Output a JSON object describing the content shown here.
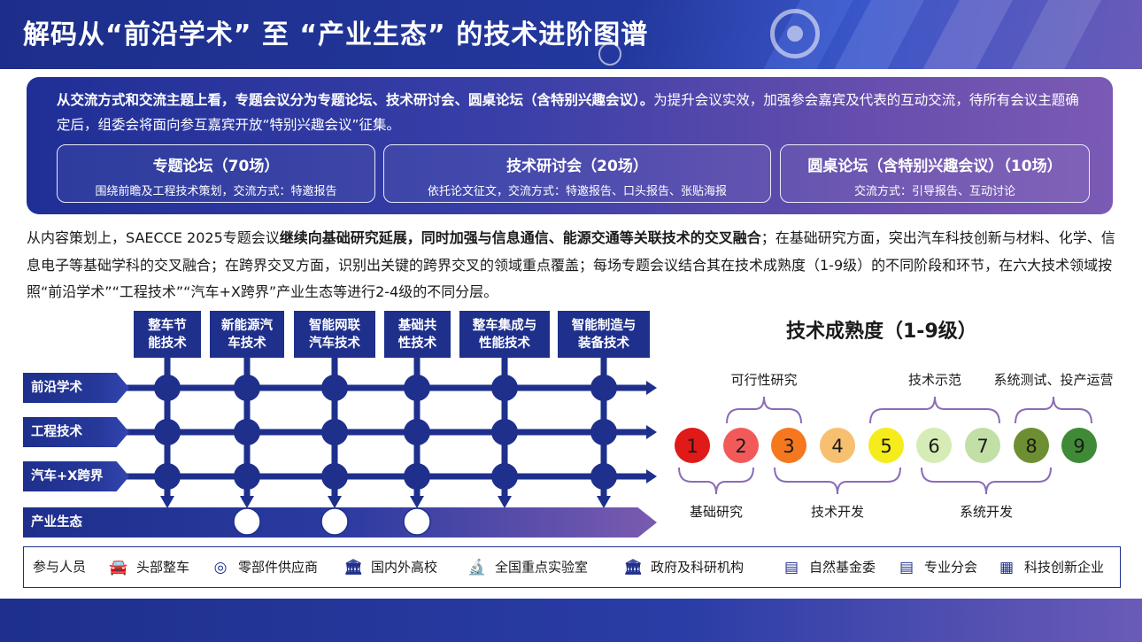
{
  "header": {
    "title": "解码从“前沿学术” 至 “产业生态” 的技术进阶图谱"
  },
  "intro": {
    "bold_lead": "从交流方式和交流主题上看，专题会议分为专题论坛、技术研讨会、圆桌论坛（含特别兴趣会议）。",
    "text_rest": "为提升会议实效，加强参会嘉宾及代表的互动交流，待所有会议主题确定后，组委会将面向参互嘉宾开放“特别兴趣会议”征集。",
    "formats": [
      {
        "title": "专题论坛（70场）",
        "desc": "围绕前瞻及工程技术策划，交流方式：特邀报告"
      },
      {
        "title": "技术研讨会（20场）",
        "desc": "依托论文征文，交流方式：特邀报告、口头报告、张贴海报"
      },
      {
        "title": "圆桌论坛（含特别兴趣会议）（10场）",
        "desc": "交流方式：引导报告、互动讨论"
      }
    ]
  },
  "para": {
    "p1": "从内容策划上，SAECCE 2025专题会议",
    "b1": "继续向基础研究延展，同时加强与信息通信、能源交通等关联技术的交叉融合",
    "p2": "；在基础研究方面，突出汽车科技创新与材料、化学、信息电子等基础学科的交叉融合；在跨界交叉方面，识别出关键的跨界交叉的领域重点覆盖；每场专题会议结合其在技术成熟度（1-9级）的不同阶段和环节，在六大技术领域按照“前沿学术”“工程技术”“汽车+X跨界”产业生态等进行2-4级的不同分层。"
  },
  "matrix": {
    "columns": [
      {
        "label": "整车节\n能技术",
        "white_dot": false
      },
      {
        "label": "新能源汽\n车技术",
        "white_dot": true
      },
      {
        "label": "智能网联\n汽车技术",
        "white_dot": true
      },
      {
        "label": "基础共\n性技术",
        "white_dot": true
      },
      {
        "label": "整车集成与\n性能技术",
        "white_dot": false
      },
      {
        "label": "智能制造与\n装备技术",
        "white_dot": false
      }
    ],
    "rows": [
      "前沿学术",
      "工程技术",
      "汽车+X跨界"
    ],
    "bottom_row": "产业生态",
    "colors": {
      "navy": "#1e2f8c",
      "purple": "#7a5bb0"
    }
  },
  "trl": {
    "title": "技术成熟度（1-9级）",
    "levels": [
      {
        "n": "1",
        "color": "#e01919"
      },
      {
        "n": "2",
        "color": "#f25a5a"
      },
      {
        "n": "3",
        "color": "#f5781e"
      },
      {
        "n": "4",
        "color": "#f7c070"
      },
      {
        "n": "5",
        "color": "#f5ec1c"
      },
      {
        "n": "6",
        "color": "#d6ecb6"
      },
      {
        "n": "7",
        "color": "#c2dfa6"
      },
      {
        "n": "8",
        "color": "#6d8f32"
      },
      {
        "n": "9",
        "color": "#3f8a36"
      }
    ],
    "top_labels": [
      "可行性研究",
      "技术示范",
      "系统测试、投产运营"
    ],
    "bottom_labels": [
      "基础研究",
      "技术开发",
      "系统开发"
    ],
    "bracket_color": "#8a6cb8"
  },
  "legend": {
    "title": "参与人员",
    "items": [
      {
        "icon": "car-icon",
        "label": "头部整车"
      },
      {
        "icon": "steering-wheel-icon",
        "label": "零部件供应商"
      },
      {
        "icon": "university-icon",
        "label": "国内外高校"
      },
      {
        "icon": "microscope-icon",
        "label": "全国重点实验室"
      },
      {
        "icon": "government-icon",
        "label": "政府及科研机构"
      },
      {
        "icon": "foundation-icon",
        "label": "自然基金委"
      },
      {
        "icon": "branch-icon",
        "label": "专业分会"
      },
      {
        "icon": "enterprise-icon",
        "label": "科技创新企业"
      }
    ]
  }
}
